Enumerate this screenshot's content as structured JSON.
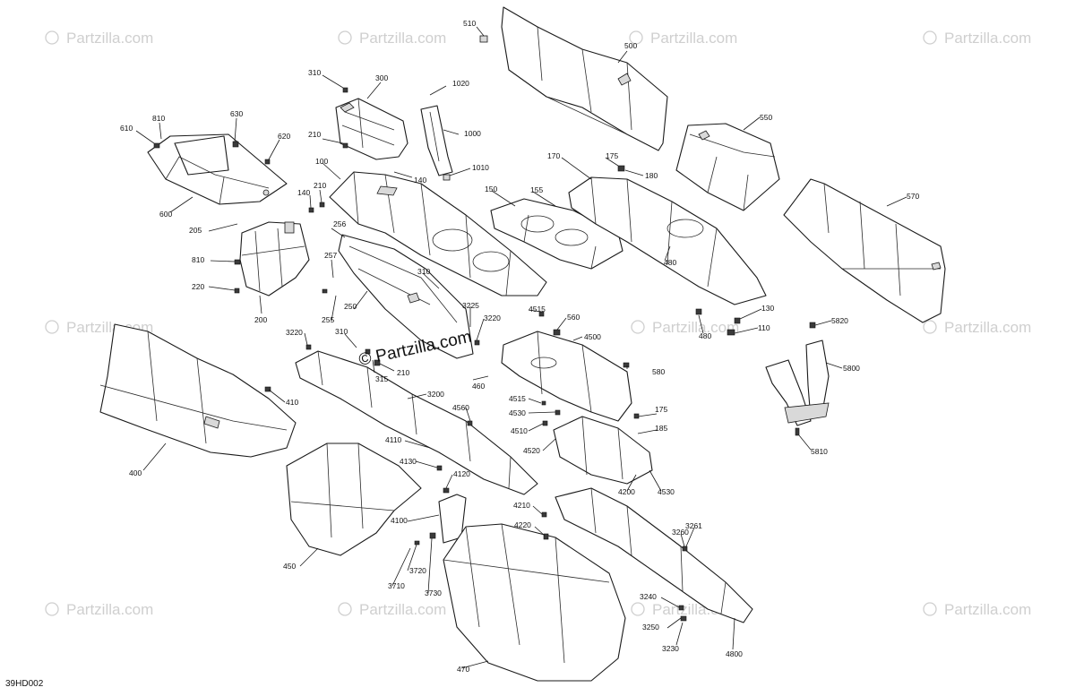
{
  "diagram": {
    "code": "39HD002",
    "brand_watermark": "© Partzilla.com",
    "corner_watermark": "Partzilla.com",
    "copyright_symbol": "©"
  },
  "labels": [
    "510",
    "500",
    "310",
    "300",
    "1020",
    "1000",
    "1010",
    "610",
    "810",
    "630",
    "620",
    "210",
    "600",
    "100",
    "140",
    "140",
    "210",
    "205",
    "256",
    "810",
    "220",
    "200",
    "257",
    "250",
    "255",
    "310",
    "3225",
    "3220",
    "4515",
    "560",
    "4500",
    "3220",
    "310",
    "315",
    "210",
    "3200",
    "410",
    "460",
    "580",
    "400",
    "4515",
    "4530",
    "4510",
    "4520",
    "4560",
    "4110",
    "4130",
    "4120",
    "450",
    "4100",
    "3720",
    "3710",
    "3730",
    "470",
    "4200",
    "4530",
    "175",
    "185",
    "4210",
    "4220",
    "3260",
    "3261",
    "3240",
    "3250",
    "3230",
    "4800",
    "550",
    "570",
    "170",
    "175",
    "180",
    "150",
    "155",
    "480",
    "130",
    "110",
    "480",
    "5820",
    "5800",
    "5810"
  ]
}
